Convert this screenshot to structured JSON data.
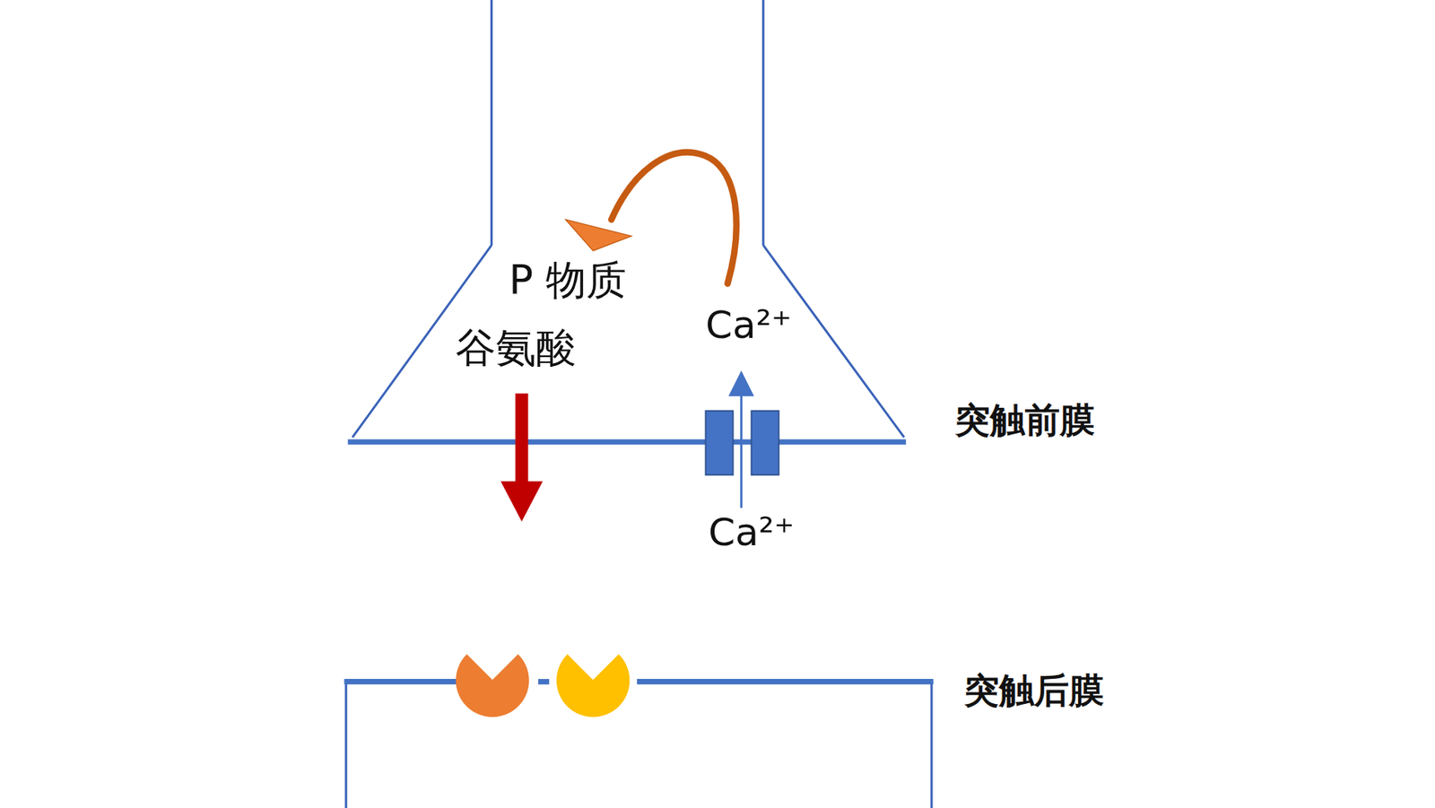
{
  "diagram": {
    "labels": [
      "P 物质",
      "谷氨酸",
      "Ca²⁺",
      "Ca²⁺",
      "突触前膜",
      "突触后膜"
    ]
  }
}
